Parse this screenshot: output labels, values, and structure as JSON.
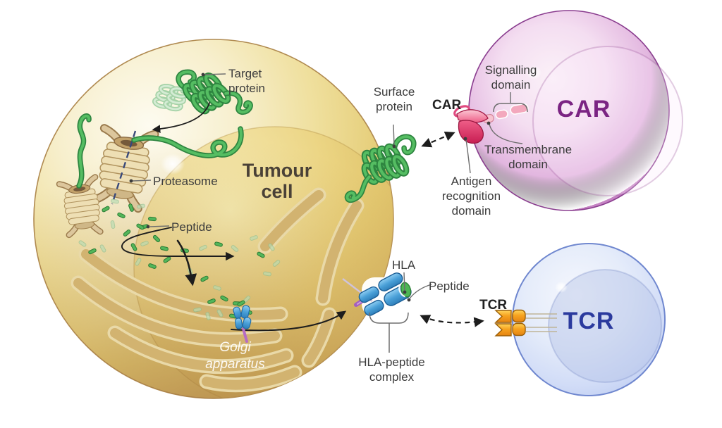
{
  "diagram": {
    "tumour_cell": {
      "title": "Tumour cell",
      "target_protein_label": "Target protein",
      "proteasome_label": "Proteasome",
      "peptide_label": "Peptide",
      "golgi_label": "Golgi apparatus",
      "surface_protein_label": "Surface protein"
    },
    "car_cell": {
      "name": "CAR",
      "receptor_label": "CAR",
      "signalling_domain_label": "Signalling domain",
      "transmembrane_domain_label": "Transmembrane domain",
      "antigen_recognition_label": "Antigen recognition domain"
    },
    "tcr_cell": {
      "name": "TCR",
      "receptor_label": "TCR"
    },
    "hla": {
      "hla_label": "HLA",
      "peptide_label": "Peptide",
      "complex_label": "HLA-peptide complex"
    },
    "colors": {
      "tumour_gold": "#e4cc74",
      "car_purple_text": "#7b2483",
      "tcr_blue_text": "#2b3a9e",
      "protein_green": "#44a94f",
      "car_receptor_pink": "#e8476f",
      "tcr_receptor_orange": "#f59a1f",
      "hla_blue": "#4aa0d8",
      "label_gray": "#3c3c3c"
    }
  }
}
